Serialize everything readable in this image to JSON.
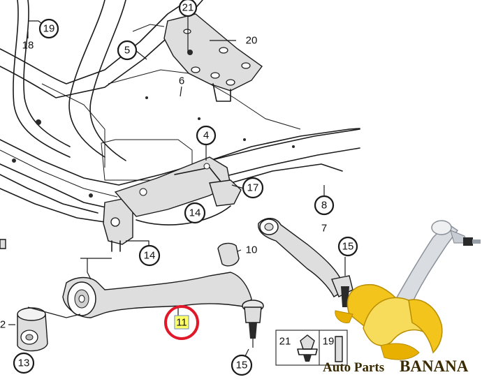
{
  "diagram": {
    "callouts": {
      "c21_top": "21",
      "c19_top": "19",
      "c18": "18",
      "c20": "20",
      "c5": "5",
      "c6": "6",
      "c4": "4",
      "c17": "17",
      "c8": "8",
      "c7": "7",
      "c14_mid": "14",
      "c14_low": "14",
      "c10": "10",
      "c15_right": "15",
      "c11": "11",
      "c12": "2",
      "c13": "13",
      "c15_bottom": "15",
      "c21_box": "21",
      "c19_box": "19"
    },
    "highlight_color": "#e0182a",
    "highlight_fill": "#ffff66"
  },
  "watermark": {
    "text_prefix": "Auto Parts ",
    "text_brand": "BANANA"
  }
}
